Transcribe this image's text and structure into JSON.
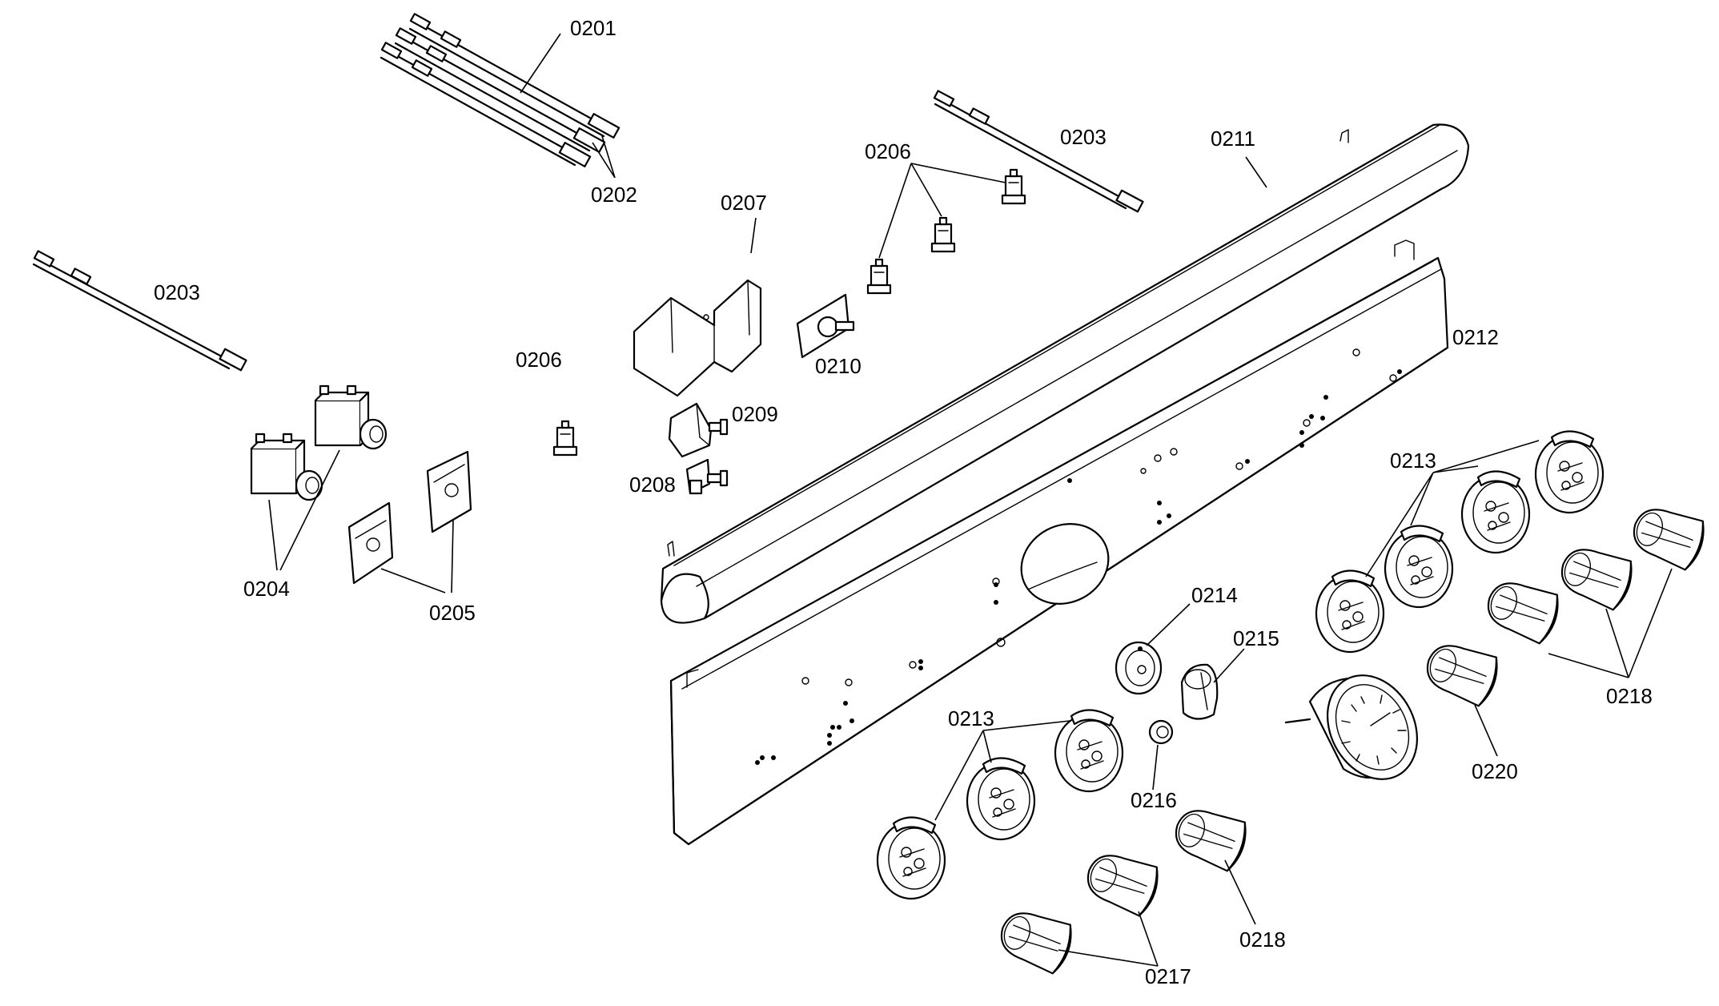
{
  "labels": {
    "p0201": "0201",
    "p0202": "0202",
    "p0203a": "0203",
    "p0203b": "0203",
    "p0204": "0204",
    "p0205": "0205",
    "p0206a": "0206",
    "p0206b": "0206",
    "p0207": "0207",
    "p0208": "0208",
    "p0209": "0209",
    "p0210": "0210",
    "p0211": "0211",
    "p0212": "0212",
    "p0213a": "0213",
    "p0213b": "0213",
    "p0214": "0214",
    "p0215": "0215",
    "p0216": "0216",
    "p0217": "0217",
    "p0218a": "0218",
    "p0218b": "0218",
    "p0220": "0220"
  }
}
